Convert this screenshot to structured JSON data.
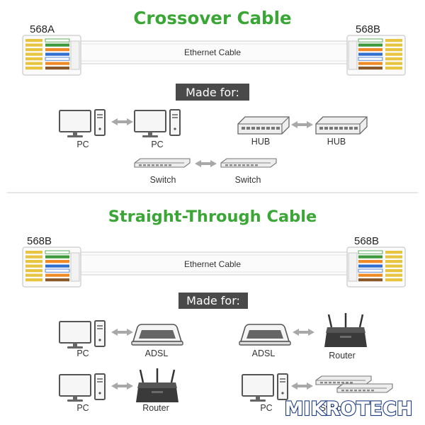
{
  "crossover": {
    "title": "Crossover Cable",
    "left_standard": "568A",
    "right_standard": "568B",
    "cable_label": "Ethernet Cable",
    "made_for": "Made for:",
    "devices": {
      "pc1": "PC",
      "pc2": "PC",
      "hub1": "HUB",
      "hub2": "HUB",
      "switch1": "Switch",
      "switch2": "Switch"
    }
  },
  "straight": {
    "title": "Straight-Through Cable",
    "left_standard": "568B",
    "right_standard": "568B",
    "cable_label": "Ethernet Cable",
    "made_for": "Made for:",
    "devices": {
      "pc1": "PC",
      "adsl1": "ADSL",
      "adsl2": "ADSL",
      "router1": "Router",
      "pc2": "PC",
      "router2": "Router",
      "pc3": "PC",
      "switch1": "Switch"
    }
  },
  "watermark": "MIKROTECH",
  "colors": {
    "title_green": "#3aa635",
    "badge_bg": "#4a4a4a",
    "arrow": "#a8a8a8",
    "wire_orange": "#f08a24",
    "wire_green": "#3c9a3c",
    "wire_blue": "#2f6fd0",
    "wire_brown": "#8a5a2b",
    "pin_gold": "#e8c540"
  }
}
